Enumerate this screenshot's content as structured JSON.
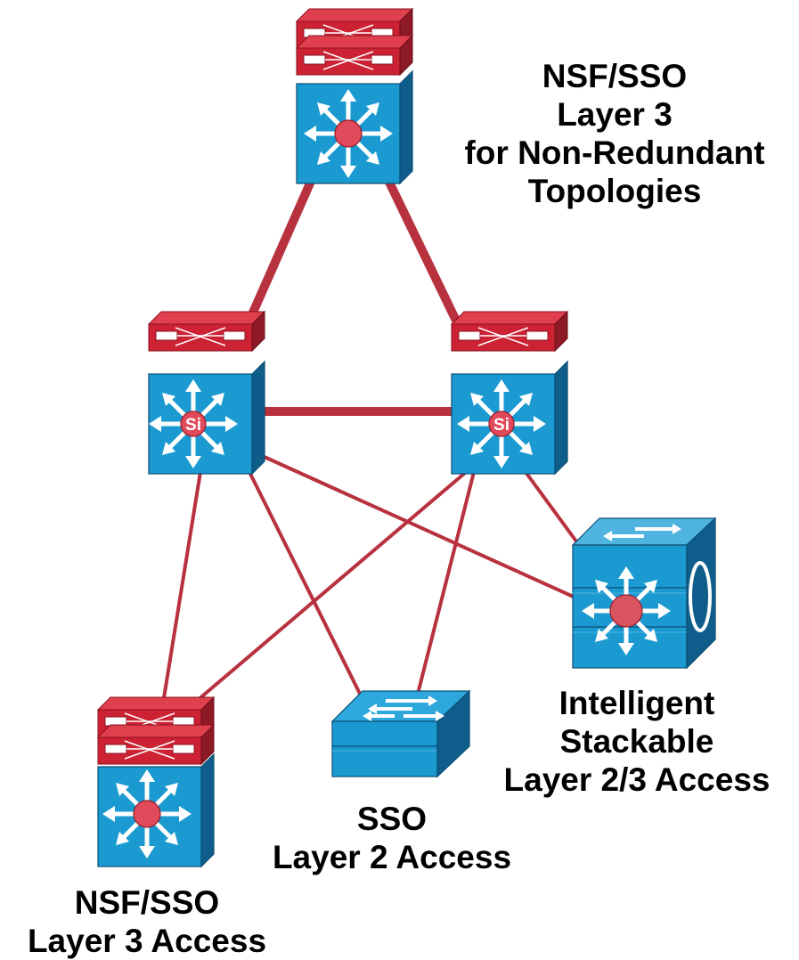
{
  "labels": {
    "top": [
      "NSF/SSO",
      "Layer 3",
      "for Non-Redundant",
      "Topologies"
    ],
    "bottom_left": [
      "NSF/SSO",
      "Layer 3 Access"
    ],
    "bottom_middle": [
      "SSO",
      "Layer 2 Access"
    ],
    "bottom_right": [
      "Intelligent",
      "Stackable",
      "Layer 2/3 Access"
    ]
  },
  "devices": {
    "top_switch": "multilayer-switch",
    "distribution_left": "multilayer-switch-si",
    "distribution_right": "multilayer-switch-si",
    "access_left": "multilayer-switch",
    "access_middle": "workgroup-switch",
    "access_right": "stackable-switch",
    "si_badge": "Si"
  },
  "colors": {
    "link": "#B8313F",
    "switch_blue": "#1A9AD0",
    "switch_blue_side": "#0E5D8A",
    "module_red": "#CC2233",
    "center_red": "#E04A5A"
  }
}
